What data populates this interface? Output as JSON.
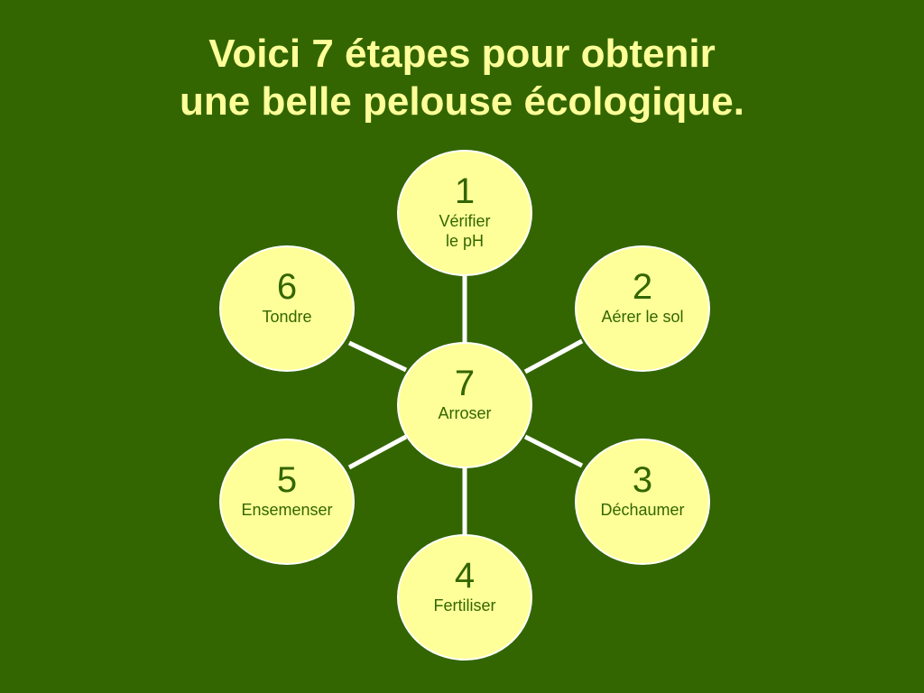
{
  "title": {
    "line1": "Voici 7 étapes pour obtenir",
    "line2": "une belle pelouse écologique."
  },
  "colors": {
    "background": "#336600",
    "accent": "#FFFF99",
    "connector": "#FFFFFF"
  },
  "steps": [
    {
      "number": "1",
      "label": "Vérifier\nle pH"
    },
    {
      "number": "2",
      "label": "Aérer le sol"
    },
    {
      "number": "3",
      "label": "Déchaumer"
    },
    {
      "number": "4",
      "label": "Fertiliser"
    },
    {
      "number": "5",
      "label": "Ensemenser"
    },
    {
      "number": "6",
      "label": "Tondre"
    },
    {
      "number": "7",
      "label": "Arroser"
    }
  ]
}
